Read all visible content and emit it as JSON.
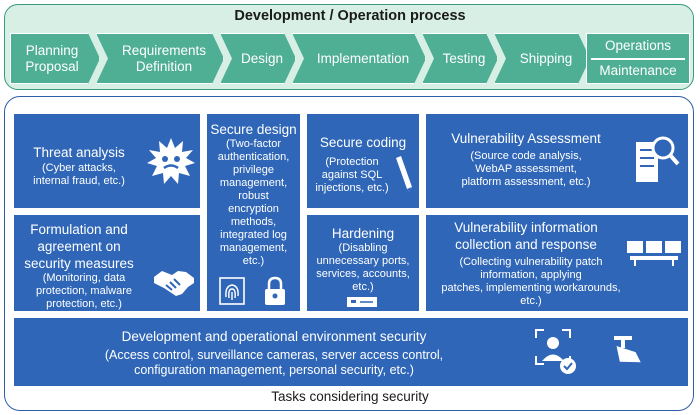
{
  "process": {
    "title": "Development / Operation process",
    "stages": [
      "Planning\nProposal",
      "Requirements\nDefinition",
      "Design",
      "Implementation",
      "Testing",
      "Shipping"
    ],
    "operations": "Operations",
    "maintenance": "Maintenance"
  },
  "security": {
    "footer": "Tasks considering security",
    "threat": {
      "title": "Threat analysis",
      "sub": "(Cyber attacks,\ninternal fraud, etc.)"
    },
    "formulation": {
      "title": "Formulation and\nagreement on\nsecurity measures",
      "sub": "(Monitoring, data\nprotection, malware\nprotection, etc.)"
    },
    "design": {
      "title": "Secure design",
      "sub": "(Two-factor\nauthentication,\nprivilege\nmanagement,\nrobust\nencryption\nmethods,\nintegrated log\nmanagement,\netc.)"
    },
    "coding": {
      "title": "Secure coding",
      "sub": "(Protection\nagainst SQL\ninjections, etc.)"
    },
    "hardening": {
      "title": "Hardening",
      "sub": "(Disabling\nunnecessary ports,\nservices, accounts,\netc.)"
    },
    "vuln_assess": {
      "title": "Vulnerability Assessment",
      "sub": "(Source code analysis,\nWebAP assessment,\nplatform assessment, etc.)"
    },
    "vuln_info": {
      "title": "Vulnerability information\ncollection and response",
      "sub": "(Collecting vulnerability patch\ninformation, applying\npatches, implementing workarounds,\netc.)"
    },
    "environment": {
      "title": "Development and operational environment security",
      "sub": "(Access control, surveillance cameras, server access control,\nconfiguration management, personal security, etc.)"
    }
  },
  "colors": {
    "green": "#4faf94",
    "green_bg": "#d8efe6",
    "blue": "#2f66b7",
    "frame": "#2f5fa8"
  }
}
